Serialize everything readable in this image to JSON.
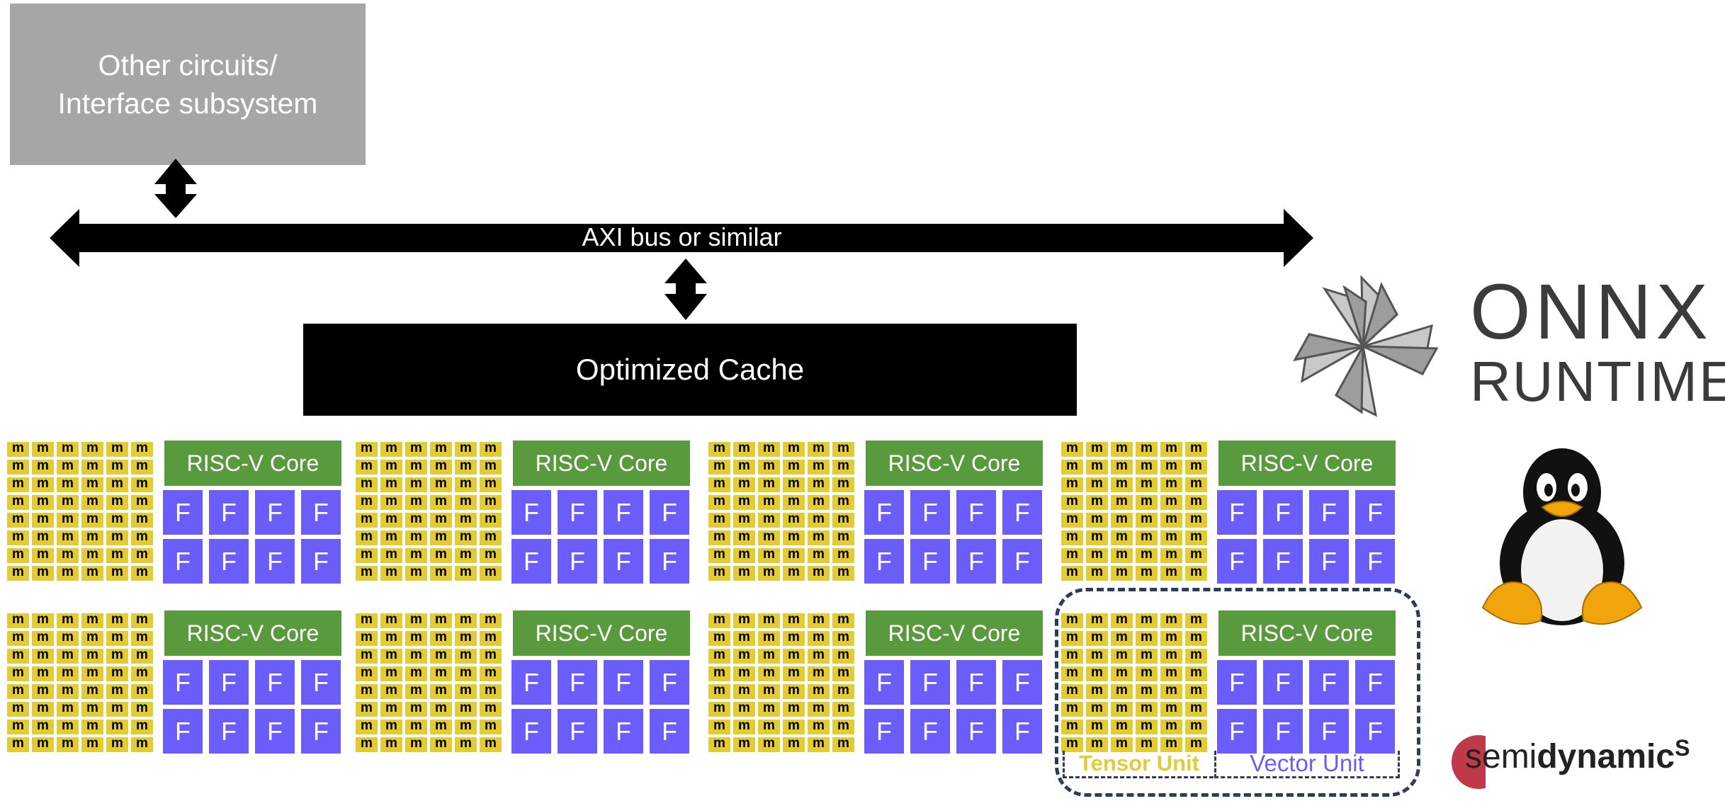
{
  "other_box": {
    "line1": "Other circuits/",
    "line2": "Interface subsystem"
  },
  "bus": {
    "label": "AXI bus or similar"
  },
  "cache": {
    "label": "Optimized Cache"
  },
  "core": {
    "label": "RISC-V Core"
  },
  "tensor_cell_label": "m",
  "vector_cell_label": "F",
  "units": {
    "tensor": "Tensor Unit",
    "vector": "Vector Unit"
  },
  "logos": {
    "onnx_line1": "ONNX",
    "onnx_line2": "RUNTIME",
    "semidynamics_prefix": "semi",
    "semidynamics_bold": "dynamic",
    "semidynamics_super": "S"
  },
  "colors": {
    "core_green": "#5a9a3f",
    "vector_purple": "#6a5dfa",
    "tensor_yellow": "#e3cc33",
    "other_gray": "#a6a6a6",
    "dashed_navy": "#2c3e57"
  }
}
